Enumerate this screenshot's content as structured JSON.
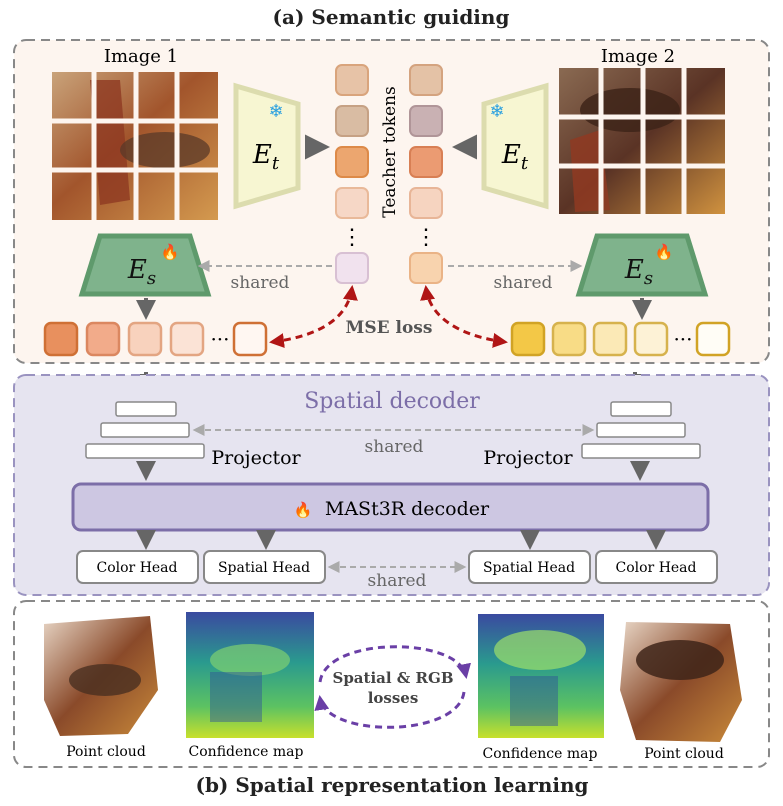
{
  "titles": {
    "top": "(a) Semantic guiding",
    "bottom": "(b) Spatial representation learning"
  },
  "semantic": {
    "image1_label": "Image 1",
    "image2_label": "Image 2",
    "teacher_encoder": "E",
    "teacher_sub": "t",
    "student_encoder": "E",
    "student_sub": "s",
    "teacher_tokens": "Teacher tokens",
    "shared": "shared",
    "mse_loss": "MSE loss",
    "dots": "···",
    "vdots": "⋮"
  },
  "decoder": {
    "title": "Spatial decoder",
    "projector": "Projector",
    "shared": "shared",
    "mast3r": "MASt3R decoder",
    "heads": [
      "Color Head",
      "Spatial Head",
      "Spatial Head",
      "Color Head"
    ],
    "heads_shared": "shared"
  },
  "outputs": {
    "point_cloud_1": "Point cloud",
    "confidence_1": "Confidence map",
    "loss_line1": "Spatial & RGB",
    "loss_line2": "losses",
    "confidence_2": "Confidence map",
    "point_cloud_2": "Point cloud"
  },
  "icons": {
    "frozen": "snowflake-icon",
    "trainable": "fire-icon"
  },
  "colors": {
    "panel_bg": "#fdf5ef",
    "decoder_bg": "#e6e4f0",
    "teacher_fill": "#f7f6d2",
    "student_fill": "#7fb38c",
    "student_stroke": "#5f9a6c",
    "mast3r_fill": "#cdc7e2",
    "mast3r_stroke": "#7c6ea8",
    "arrow_red": "#b01515",
    "arrow_purple": "#6a3fa6",
    "left_tokens": "#e28a5a",
    "right_tokens": "#e9b93a"
  }
}
